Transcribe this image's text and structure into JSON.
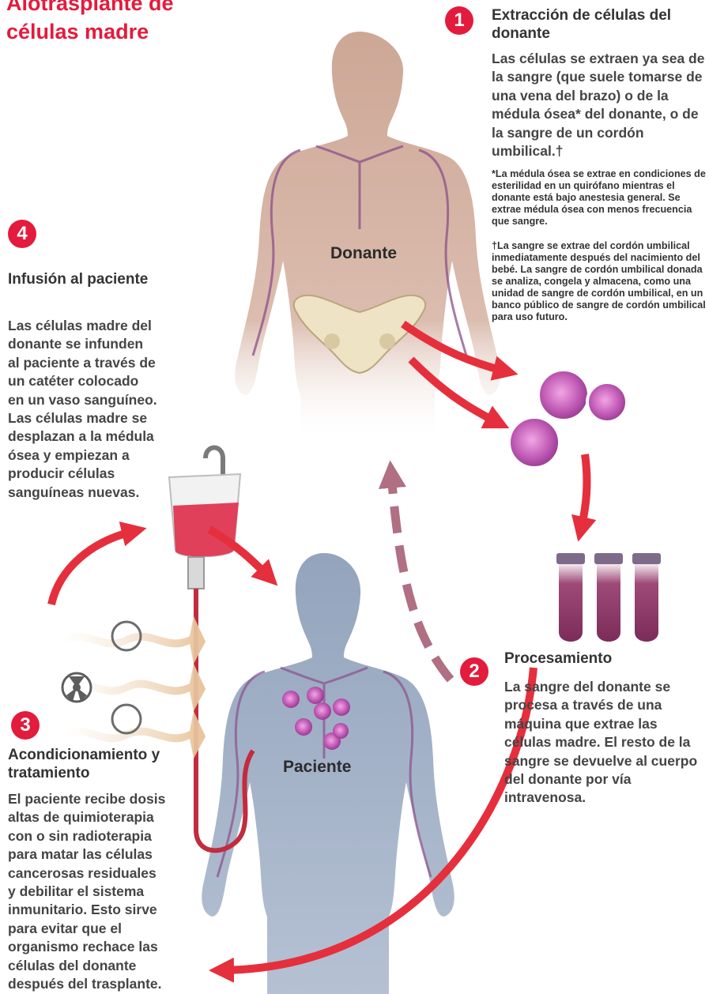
{
  "title": "Alotrasplante de\ncélulas madre",
  "labels": {
    "donor": "Donante",
    "patient": "Paciente"
  },
  "steps": {
    "1": {
      "number": "1",
      "heading": "Extracción de células del donante",
      "body": "Las células se extraen ya sea de la sangre (que suele tomarse de una vena del brazo) o de la médula ósea* del donante, o de la sangre de un cordón umbilical.†",
      "note1": "*La médula ósea se extrae en condiciones de esterilidad en un quirófano mientras el donante está bajo anestesia general. Se extrae médula ósea con menos frecuencia que sangre.",
      "note2": "†La sangre se extrae del cordón umbilical inmediatamente después del nacimiento del bebé. La sangre de cordón umbilical donada se analiza, congela y almacena, como una unidad de sangre de cordón umbilical, en un banco público de sangre de cordón umbilical para uso futuro."
    },
    "2": {
      "number": "2",
      "heading": "Procesamiento",
      "body": "La sangre del donante se procesa a través de una máquina que extrae las células madre. El resto de la sangre se devuelve al cuerpo del donante por vía intravenosa."
    },
    "3": {
      "number": "3",
      "heading": "Acondicionamiento y tratamiento",
      "body": "El paciente recibe dosis altas de quimioterapia con o sin radioterapia para matar las células cancerosas residuales y debilitar el sistema inmunitario. Esto sirve para evitar que el organismo rechace las células del donante después del trasplante."
    },
    "4": {
      "number": "4",
      "heading": "Infusión al paciente",
      "body": "Las células madre del donante se infunden al paciente a través de un catéter colocado en un vaso sanguíneo. Las células madre se desplazan a la médula ósea y empiezan a producir células sanguíneas nuevas."
    }
  },
  "colors": {
    "accent": "#e31b3c",
    "body_skin": "#d9b7a6",
    "patient_skin": "#a3b2c6",
    "vein": "#8b4f8a",
    "cell": "#c25bb8",
    "blood": "#e0405a",
    "return_arrow": "#b06f82",
    "heat_wave": "#e8c9a6"
  }
}
